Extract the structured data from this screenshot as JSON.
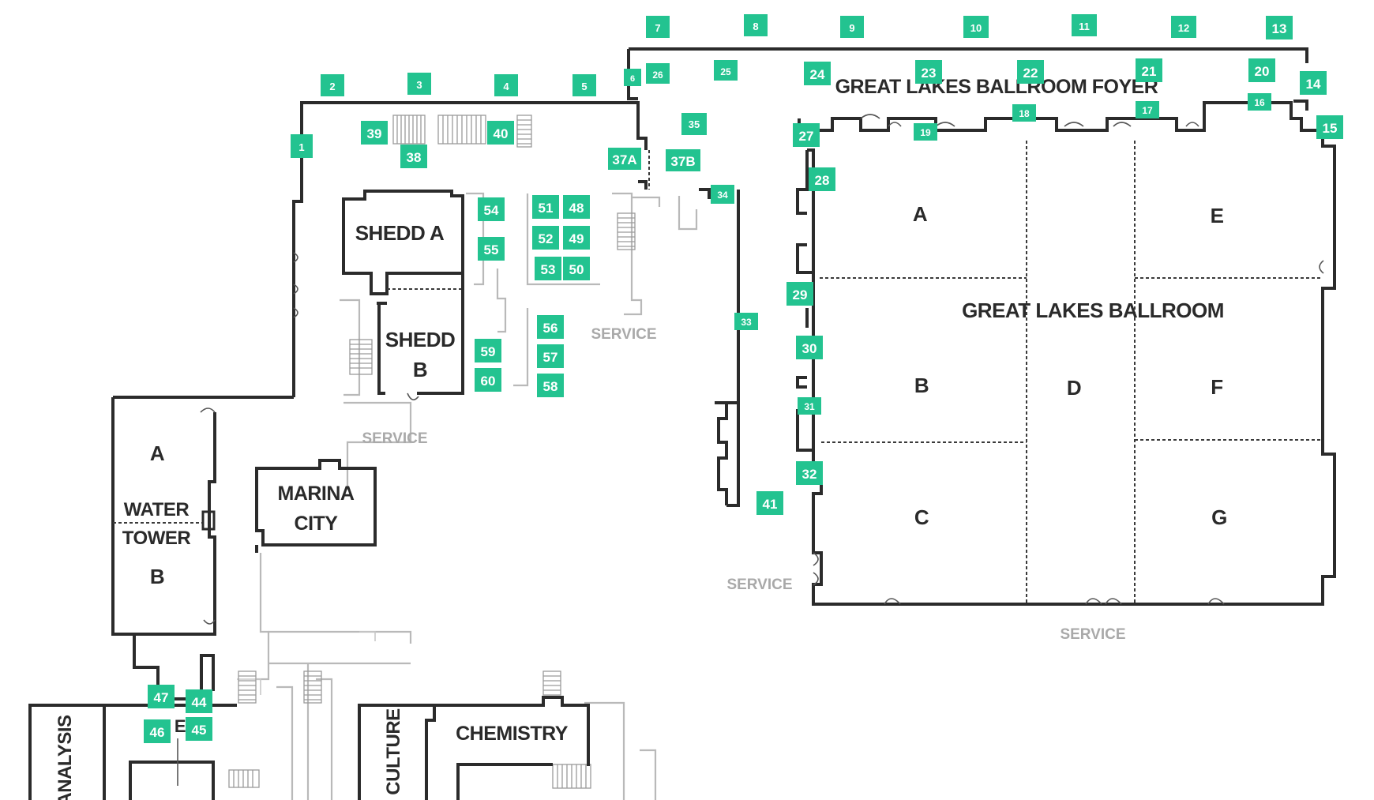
{
  "rooms": {
    "ballroom_foyer": "GREAT LAKES BALLROOM FOYER",
    "ballroom": "GREAT LAKES BALLROOM",
    "ballroom_a": "A",
    "ballroom_b": "B",
    "ballroom_c": "C",
    "ballroom_d": "D",
    "ballroom_e": "E",
    "ballroom_f": "F",
    "ballroom_g": "G",
    "shedd_a": "SHEDD A",
    "shedd_b_1": "SHEDD",
    "shedd_b_2": "B",
    "water_tower_a": "A",
    "water_tower_1": "WATER",
    "water_tower_2": "TOWER",
    "water_tower_b": "B",
    "marina_city_1": "MARINA",
    "marina_city_2": "CITY",
    "chemistry": "CHEMISTRY",
    "culture": "CULTURE",
    "analysis": "ANALYSIS",
    "small_e": "E"
  },
  "service_labels": {
    "s1": "SERVICE",
    "s2": "SERVICE",
    "s3": "SERVICE",
    "s4": "SERVICE"
  },
  "markers": {
    "m1": "1",
    "m2": "2",
    "m3": "3",
    "m4": "4",
    "m5": "5",
    "m6": "6",
    "m7": "7",
    "m8": "8",
    "m9": "9",
    "m10": "10",
    "m11": "11",
    "m12": "12",
    "m13": "13",
    "m14": "14",
    "m15": "15",
    "m16": "16",
    "m17": "17",
    "m18": "18",
    "m19": "19",
    "m20": "20",
    "m21": "21",
    "m22": "22",
    "m23": "23",
    "m24": "24",
    "m25": "25",
    "m26": "26",
    "m27": "27",
    "m28": "28",
    "m29": "29",
    "m30": "30",
    "m31": "31",
    "m32": "32",
    "m33": "33",
    "m34": "34",
    "m35": "35",
    "m37a": "37A",
    "m37b": "37B",
    "m38": "38",
    "m39": "39",
    "m40": "40",
    "m41": "41",
    "m44": "44",
    "m45": "45",
    "m46": "46",
    "m47": "47",
    "m48": "48",
    "m49": "49",
    "m50": "50",
    "m51": "51",
    "m52": "52",
    "m53": "53",
    "m54": "54",
    "m55": "55",
    "m56": "56",
    "m57": "57",
    "m58": "58",
    "m59": "59",
    "m60": "60"
  },
  "colors": {
    "marker": "#23c390",
    "wall": "#2b2b2b",
    "service_area": "#b9b9b9"
  }
}
